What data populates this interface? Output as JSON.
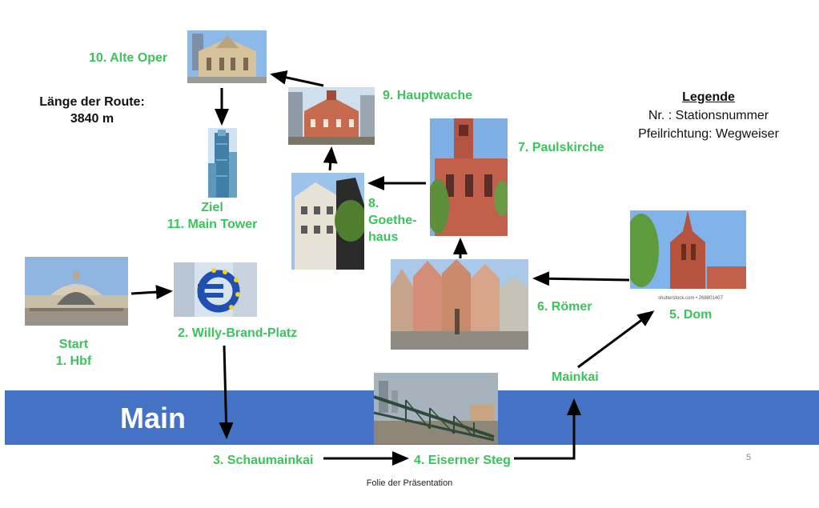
{
  "route": {
    "label": "Länge der Route:",
    "length": "3840 m"
  },
  "legend": {
    "title": "Legende",
    "line1": "Nr. : Stationsnummer",
    "line2": "Pfeilrichtung: Wegweiser"
  },
  "river": {
    "label": "Main"
  },
  "stations": {
    "start": {
      "line1": "Start",
      "line2": "1. Hbf"
    },
    "willy": "2. Willy-Brand-Platz",
    "schaumainkai": "3. Schaumainkai",
    "eiserner": "4. Eiserner Steg",
    "mainkai": "Mainkai",
    "dom": "5. Dom",
    "roemer": "6. Römer",
    "paulskirche": "7. Paulskirche",
    "goethe": {
      "line1": "8.",
      "line2": "Goethe-",
      "line3": "haus"
    },
    "hauptwache": "9. Hauptwache",
    "alteoper": "10. Alte Oper",
    "maintower": {
      "line1": "Ziel",
      "line2": "11. Main Tower"
    }
  },
  "photo_credit": "shutterstock.com • 268801407",
  "page_number": "5",
  "footer": "Folie der Präsentation"
}
